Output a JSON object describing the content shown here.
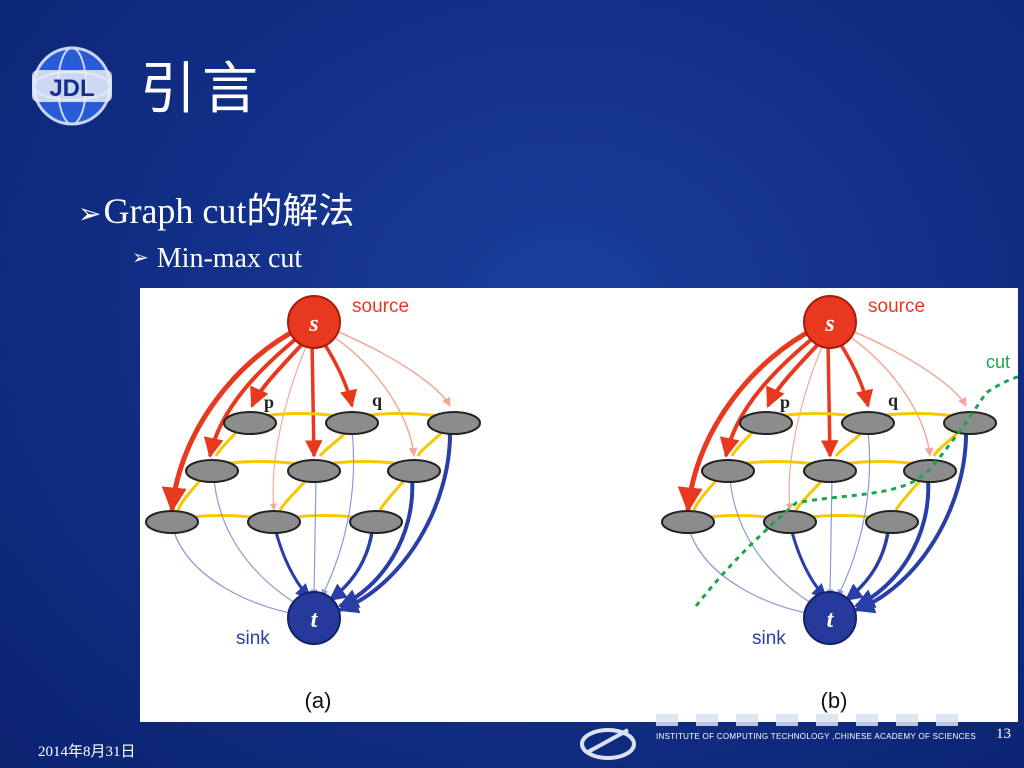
{
  "slide": {
    "title": "引言",
    "logo_text": "JDL",
    "bullet_1": "Graph cut的解法",
    "bullet_2": "Min-max cut",
    "date": "2014年8月31日",
    "page_number": "13",
    "institute": "INSTITUTE OF  COMPUTING TECHNOLOGY ,CHINESE ACADEMY OF SCIENCES"
  },
  "figure": {
    "panel_a": {
      "source_label": "source",
      "sink_label": "sink",
      "s_label": "s",
      "t_label": "t",
      "p_label": "p",
      "q_label": "q",
      "caption": "(a)"
    },
    "panel_b": {
      "source_label": "source",
      "sink_label": "sink",
      "s_label": "s",
      "t_label": "t",
      "p_label": "p",
      "q_label": "q",
      "cut_label": "cut",
      "caption": "(b)"
    }
  },
  "colors": {
    "background": "#123089",
    "source_node": "#e8391f",
    "sink_node": "#263a9c",
    "source_edges": "#e8391f",
    "sink_edges": "#2a3ea8",
    "neighbor_edges": "#f5c800",
    "pixel_nodes": "#8c8c8c",
    "cut_line": "#1aa64b"
  }
}
